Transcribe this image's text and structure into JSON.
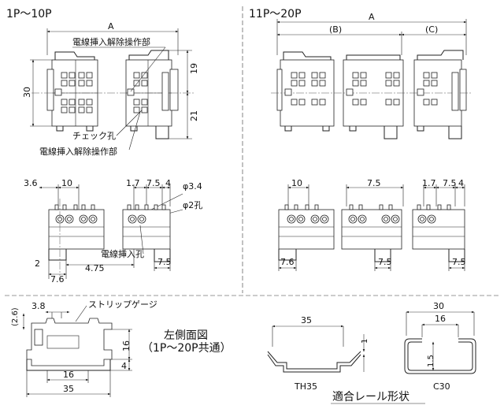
{
  "sections": {
    "left_title": "1P～10P",
    "right_title": "11P～20P"
  },
  "top_left": {
    "dim_a": "A",
    "dim_30": "30",
    "dim_19": "19",
    "dim_21": "21",
    "label_release_1": "電線挿入解除操作部",
    "label_check": "チェック孔",
    "label_release_2": "電線挿入解除操作部"
  },
  "top_right": {
    "dim_a": "A",
    "dim_b": "(B)",
    "dim_c": "(C)"
  },
  "mid_left": {
    "d_36": "3.6",
    "d_10": "10",
    "d_17": "1.7",
    "d_75": "7.5",
    "d_4": "4",
    "d_phi34": "φ3.4",
    "d_phi2": "φ2孔",
    "d_2": "2",
    "d_475": "4.75",
    "label_wire_hole": "電線挿入孔",
    "d_75b": "7.5",
    "d_76": "7.6"
  },
  "mid_right": {
    "d_10": "10",
    "d_75": "7.5",
    "d_17": "1.7",
    "d_75b": "7.5",
    "d_4": "4",
    "d_76": "7.6",
    "d_75c": "7.5",
    "d_75d": "7.5"
  },
  "side_view": {
    "d_38": "3.8",
    "d_26": "(2.6)",
    "label_strip_gauge": "ストリップゲージ",
    "d_16h": "16",
    "d_4": "4",
    "d_16w": "16",
    "d_35": "35",
    "caption_1": "左側面図",
    "caption_2": "（1P～20P共通）"
  },
  "rails": {
    "d_35": "35",
    "d_1": "1",
    "label_th35": "TH35",
    "d_30": "30",
    "d_16": "16",
    "d_15": "1.5",
    "label_c30": "C30",
    "caption": "適合レール形状"
  }
}
